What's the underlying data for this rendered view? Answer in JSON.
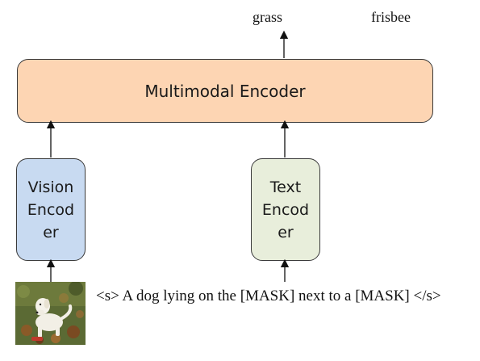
{
  "diagram": {
    "outputs": {
      "grass": "grass",
      "frisbee": "frisbee"
    },
    "multimodal_encoder": {
      "label": "Multimodal Encoder",
      "color": "#fdd5b3"
    },
    "vision_encoder": {
      "lines": [
        "Vision",
        "Encod",
        "er"
      ],
      "color": "#c8daf1"
    },
    "text_encoder": {
      "lines": [
        "Text",
        "Encod",
        "er"
      ],
      "color": "#e8eedb"
    },
    "input_image": {
      "icon": "dog-photo-icon"
    },
    "input_text": "<s> A dog lying on the [MASK] next to a [MASK] </s>"
  }
}
